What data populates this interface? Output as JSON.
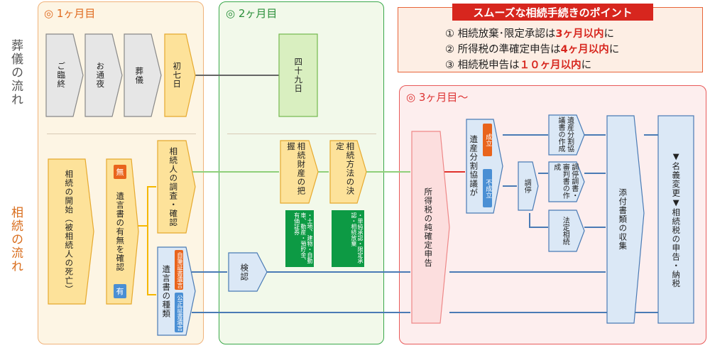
{
  "row_labels": {
    "funeral": "葬儀の流れ",
    "inheritance": "相続の流れ"
  },
  "phases": {
    "month1": "◎ 1ヶ月目",
    "month2": "◎ 2ヶ月目",
    "month3": "◎ 3ヶ月目〜"
  },
  "points": {
    "title": "スムーズな相続手続きのポイント",
    "items": [
      {
        "num": "①",
        "pre": "相続放棄･限定承認は",
        "highlight": "3ヶ月以内",
        "post": "に"
      },
      {
        "num": "②",
        "pre": "所得税の準確定申告は",
        "highlight": "4ヶ月以内",
        "post": "に"
      },
      {
        "num": "③",
        "pre": "相続税申告は",
        "highlight": "１０ヶ月以内",
        "post": "に"
      }
    ]
  },
  "funeral_steps": [
    "ご臨終",
    "お通夜",
    "葬儀",
    "初七日",
    "四十九日"
  ],
  "inheritance_steps": {
    "start": "相続の開始（被相続人の死亡）",
    "will_check": "遺言書の有無を確認",
    "will_none": "無",
    "will_exists": "有",
    "heir_survey": "相続人の調査・確認",
    "will_types": "遺言書の種類",
    "will_type_holographic": "自筆証書遺言",
    "will_type_notarized": "公正証書遺言",
    "probate": "検認",
    "assets": "相続財産の把握",
    "assets_note": "・土地、建物・自動車、動産・預貯金、有価証券",
    "method": "相続方法の決定",
    "method_note": "・単純承認・限定承認・相続放棄",
    "income_tax": "所得税の純確定申告",
    "division": "遺産分割協議が",
    "division_ok": "成立",
    "division_ng": "不成立",
    "division_doc": "遺産分割協議書の作成",
    "mediation": "調停",
    "mediation_doc": "調停調書・審判書の作成",
    "statutory": "法定相続",
    "documents": "添付書類の収集",
    "final": "▼名義変更▼相続税の申告・納税"
  },
  "colors": {
    "month1_bg": "#fdf5e4",
    "month1_border": "#f0b27a",
    "month2_bg": "#f2f9ea",
    "month2_border": "#3aa84a",
    "month3_bg": "#fdeeee",
    "month3_border": "#e85a5a",
    "gray_node": "#e6e6e6",
    "yellow_node": "#fde29a",
    "green_node": "#d9efc0",
    "blue_node": "#dbe8f6",
    "pink_node": "#fcdede",
    "orange_badge": "#e9641c",
    "blue_badge": "#4a8fd4",
    "green_tag": "#0d9a44",
    "red": "#d7261e"
  }
}
